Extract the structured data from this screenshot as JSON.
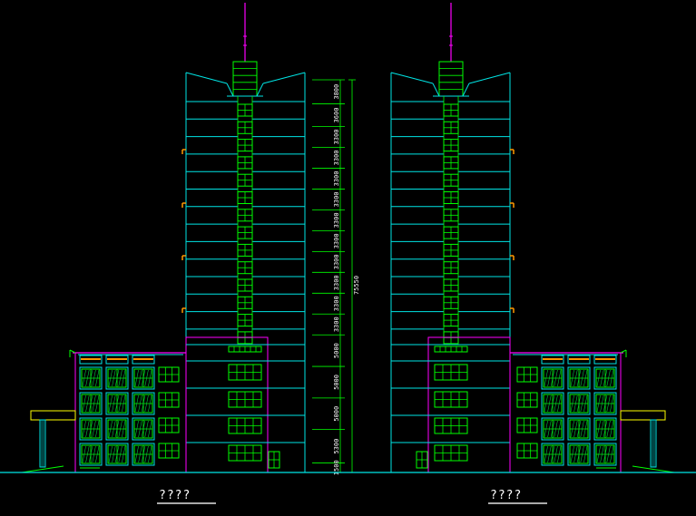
{
  "captions": {
    "left": "????",
    "right": "????"
  },
  "dimensions": {
    "total": "75550",
    "segments": [
      "3800",
      "3600",
      "3300",
      "3300",
      "3300",
      "3300",
      "3300",
      "3300",
      "3300",
      "3300",
      "3300",
      "3300",
      "5000",
      "5000",
      "5000",
      "5300",
      "1500"
    ]
  },
  "colors": {
    "background": "#000000",
    "outline": "#00e5e5",
    "window": "#00ff00",
    "podium": "#ff00ff",
    "accent": "#ff9900",
    "hatch": "#00cc44",
    "text": "#ffffff",
    "canopy": "#ffff00"
  }
}
